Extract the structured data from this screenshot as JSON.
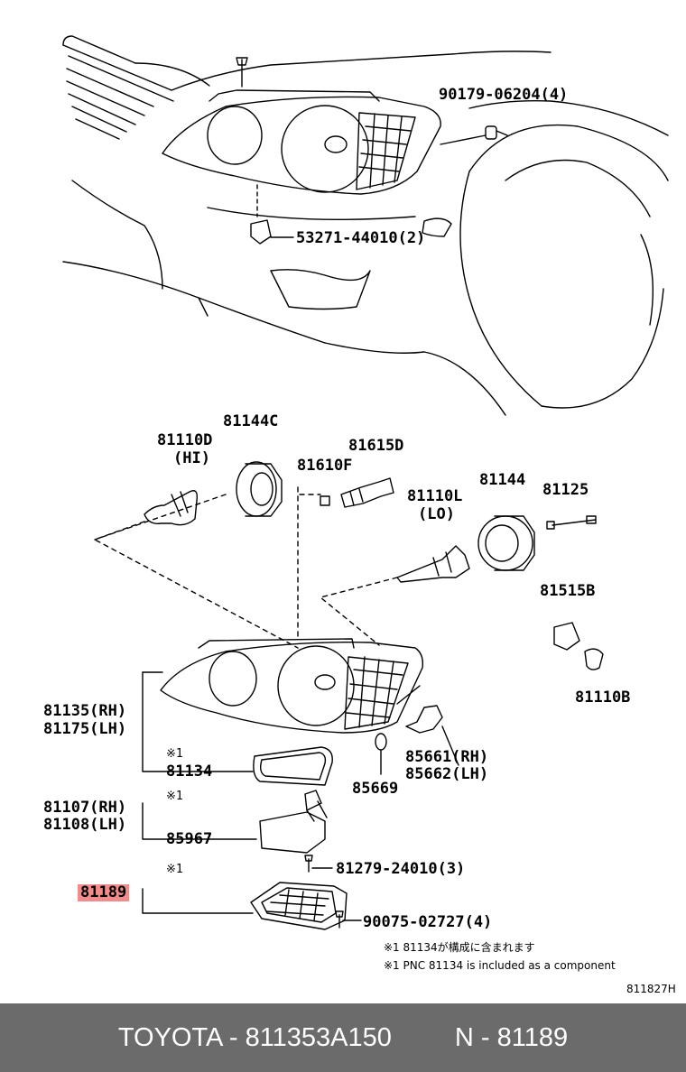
{
  "labels": {
    "clip_90179": "90179-06204(4)",
    "clip_53271": "53271-44010(2)",
    "part_81144C": "81144C",
    "part_81110D": "81110D",
    "hi": "(HI)",
    "part_81615D": "81615D",
    "part_81610F": "81610F",
    "part_81144": "81144",
    "part_81125": "81125",
    "part_81110L": "81110L",
    "lo": "(LO)",
    "part_81515B": "81515B",
    "part_81110B": "81110B",
    "rh_81135": "81135(RH)",
    "lh_81175": "81175(LH)",
    "mark_1a": "※1",
    "part_81134": "81134",
    "rh_85661": "85661(RH)",
    "lh_85662": "85662(LH)",
    "part_85669": "85669",
    "rh_81107": "81107(RH)",
    "lh_81108": "81108(LH)",
    "mark_1b": "※1",
    "part_85967": "85967",
    "screw_81279": "81279-24010(3)",
    "mark_1c": "※1",
    "highlight_81189": "81189",
    "screw_90075": "90075-02727(4)"
  },
  "notes": {
    "jp": "※1 81134が構成に含まれます",
    "en": "※1 PNC 81134 is included as a component"
  },
  "diagram_code": "811827H",
  "footer": {
    "part_number": "TOYOTA - 811353A150",
    "ref": "N - 81189"
  },
  "colors": {
    "highlight": "#f08c8c",
    "footer_bg": "#6b6b6b",
    "line": "#000000"
  }
}
